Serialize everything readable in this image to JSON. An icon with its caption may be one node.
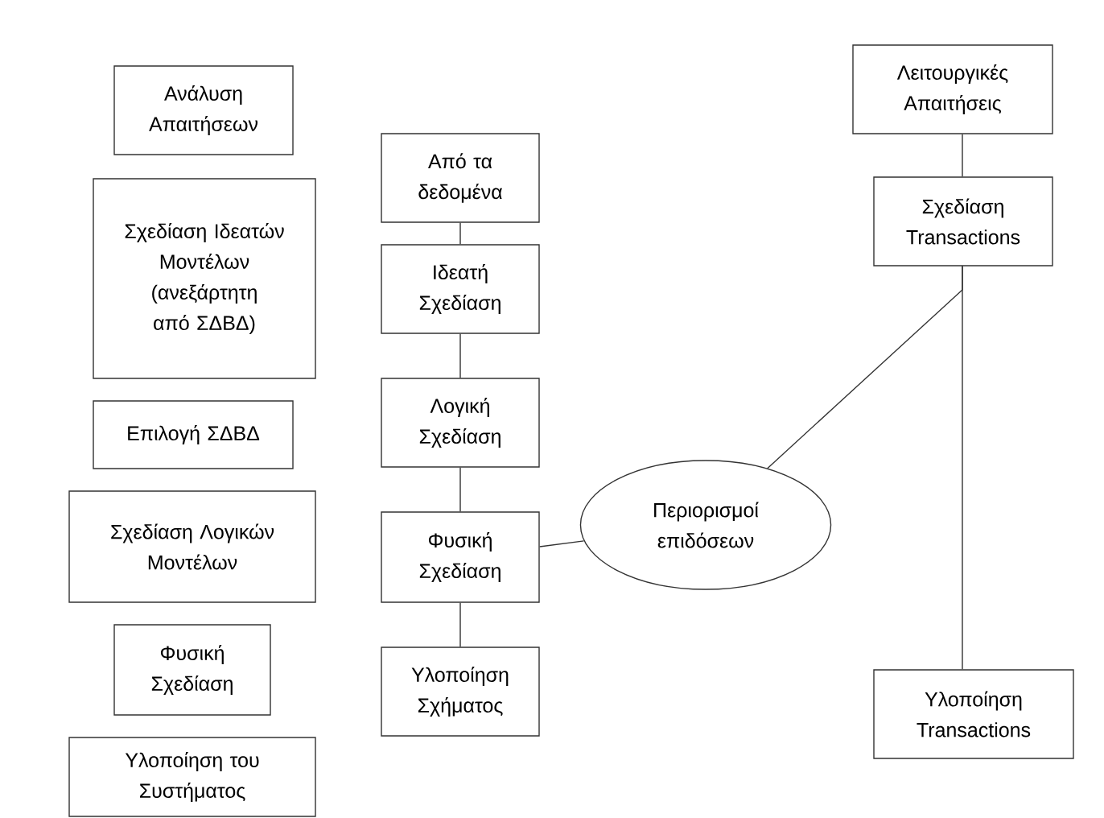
{
  "diagram": {
    "nodes": [
      {
        "text": [
          "Ανάλυση Απαιτήσεων"
        ]
      },
      {
        "text": [
          "Σχεδίαση Ιδεατών Μοντέλων (ανεξάρτητη από ΣΔΒΔ)"
        ]
      },
      {
        "text": [
          "Επιλογή ΣΔΒΔ"
        ]
      },
      {
        "text": [
          "Σχεδίαση Λογικών Μοντέλων"
        ]
      },
      {
        "text": [
          "Φυσική Σχεδίαση"
        ]
      },
      {
        "text": [
          "Υλοποίηση του Συστήματος"
        ]
      },
      {
        "text": [
          "Από τα δεδομένα"
        ]
      },
      {
        "text": [
          "Ιδεατή Σχεδίαση"
        ]
      },
      {
        "text": [
          "Λογική Σχεδίαση"
        ]
      },
      {
        "text": [
          "Φυσική Σχεδίαση"
        ]
      },
      {
        "text": [
          "Υλοποίηση Σχήματος"
        ]
      },
      {
        "text": [
          "Περιορισμοί επιδόσεων"
        ]
      },
      {
        "text": [
          "Λειτουργικές Απαιτήσεις"
        ]
      },
      {
        "text": [
          "Σχεδίαση Transactions"
        ]
      },
      {
        "text": [
          "Υλοποίηση Transactions"
        ]
      }
    ],
    "edges": [
      {
        "from": 6,
        "to": 7,
        "arrow": "none"
      },
      {
        "from": 7,
        "to": 8,
        "arrow": "none"
      },
      {
        "from": 8,
        "to": 9,
        "arrow": "none"
      },
      {
        "from": 9,
        "to": 10,
        "arrow": "none"
      },
      {
        "from": 9,
        "to": 11,
        "arrow": "none"
      },
      {
        "from": 11,
        "to": 13,
        "arrow": "none"
      },
      {
        "from": 12,
        "to": 13,
        "arrow": "none"
      },
      {
        "from": 13,
        "to": 14,
        "arrow": "none"
      }
    ]
  }
}
